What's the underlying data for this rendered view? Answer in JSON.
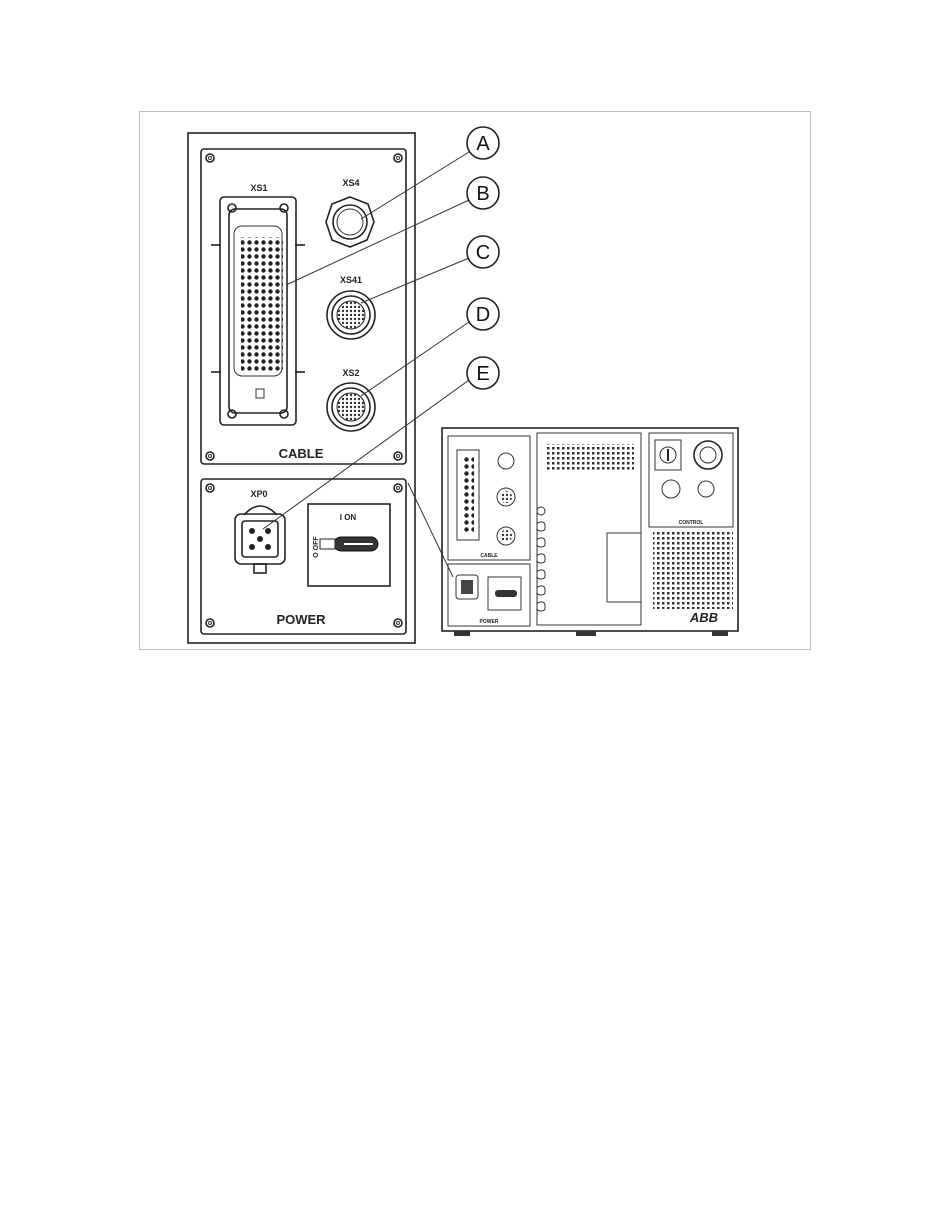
{
  "figure": {
    "callouts": [
      {
        "letter": "A"
      },
      {
        "letter": "B"
      },
      {
        "letter": "C"
      },
      {
        "letter": "D"
      },
      {
        "letter": "E"
      }
    ],
    "detail": {
      "cable_panel_label": "CABLE",
      "power_panel_label": "POWER",
      "connector_xs1": "XS1",
      "connector_xs4": "XS4",
      "connector_xs41": "XS41",
      "connector_xs2": "XS2",
      "connector_xp0": "XP0",
      "switch_on": "I ON",
      "switch_off": "O OFF"
    },
    "overview": {
      "cable_label": "CABLE",
      "power_label": "POWER",
      "control_label": "CONTROL",
      "logo_text": "ABB"
    }
  }
}
